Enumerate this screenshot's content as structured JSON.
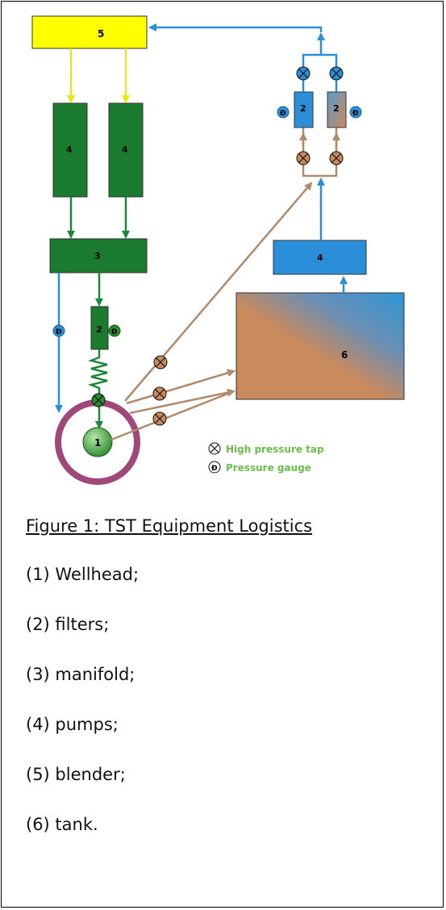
{
  "figure": {
    "title": "Figure 1: TST Equipment Logistics",
    "units": {
      "blender": "5",
      "pump_left": "4",
      "pump_right": "4",
      "manifold": "3",
      "filter_main": "2",
      "filter_top_left": "2",
      "filter_top_right": "2",
      "pump_upper": "4",
      "tank": "6",
      "wellhead": "1"
    },
    "gauge_symbol": "Ð",
    "legend": {
      "tap": "High pressure tap",
      "gauge": "Pressure gauge"
    },
    "colors": {
      "blender": "#ffff00",
      "pump": "#1a7a2e",
      "upper_blue": "#2a8fd8",
      "brown_flow": "#b08a6a",
      "wellhead_ring": "#a0487a",
      "legend_text": "#6abf4b"
    }
  },
  "captions": [
    "(1) Wellhead;",
    "(2) filters;",
    "(3) manifold;",
    "(4) pumps;",
    "(5) blender;",
    "(6) tank."
  ]
}
